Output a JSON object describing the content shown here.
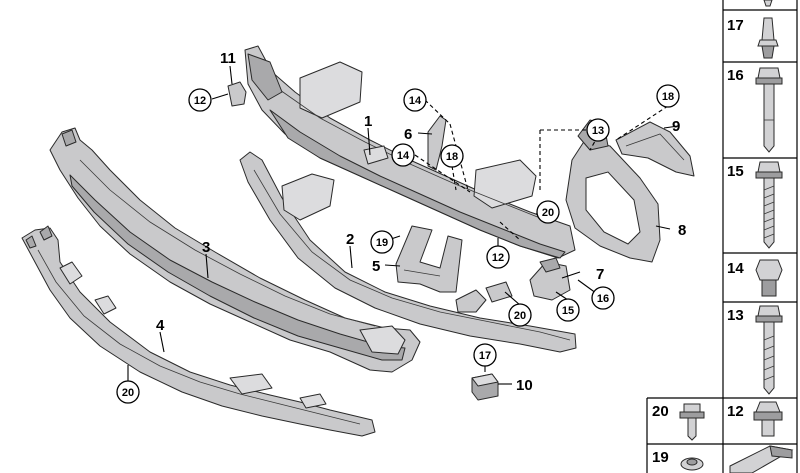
{
  "part_labels": [
    "1",
    "2",
    "3",
    "4",
    "5",
    "6",
    "7",
    "8",
    "9",
    "10",
    "11"
  ],
  "callouts": [
    "12",
    "12",
    "13",
    "14",
    "14",
    "15",
    "16",
    "17",
    "18",
    "18",
    "19",
    "20",
    "20",
    "20"
  ],
  "hardware_grid": [
    "17",
    "16",
    "15",
    "14",
    "13",
    "20",
    "12",
    "19"
  ],
  "colors": {
    "part_fill": "#c9c9cb",
    "outline": "#2a2a2a",
    "background": "#ffffff"
  }
}
